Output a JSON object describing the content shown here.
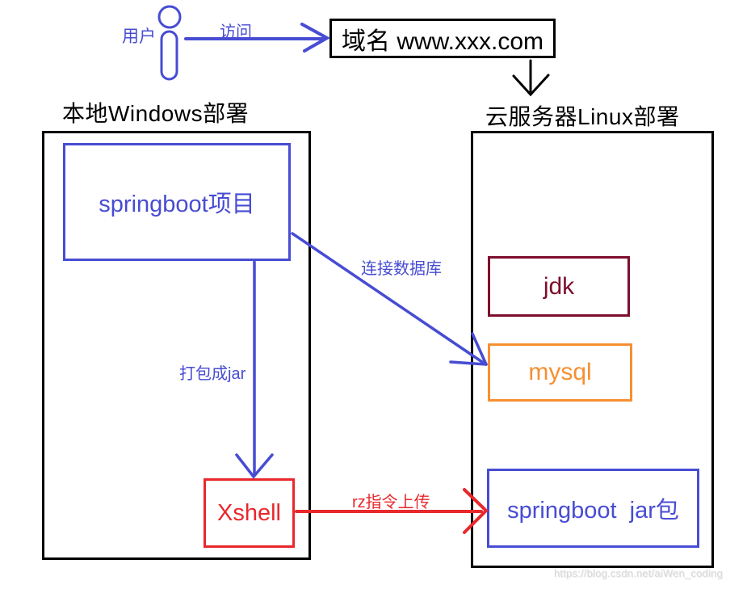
{
  "diagram": {
    "user": {
      "label": "用户"
    },
    "domain_box": {
      "label": "域名 www.xxx.com"
    },
    "left_panel": {
      "title": "本地Windows部署",
      "springboot_project": {
        "label": "springboot项目"
      },
      "xshell": {
        "label": "Xshell"
      }
    },
    "right_panel": {
      "title": "云服务器Linux部署",
      "jdk": {
        "label": "jdk"
      },
      "mysql": {
        "label": "mysql"
      },
      "springboot_jar": {
        "label": "springboot  jar包"
      }
    },
    "edges": {
      "visit": {
        "label": "访问"
      },
      "connect_database": {
        "label": "连接数据库"
      },
      "package_to_jar": {
        "label": "打包成jar"
      },
      "rz_upload": {
        "label": "rz指令上传"
      }
    },
    "watermark": "https://blog.csdn.net/aiWen_coding",
    "colors": {
      "blue": "#474CD3",
      "red": "#E8282C",
      "maroon": "#7D0E2D",
      "orange": "#F78F31",
      "black": "#000000"
    }
  }
}
